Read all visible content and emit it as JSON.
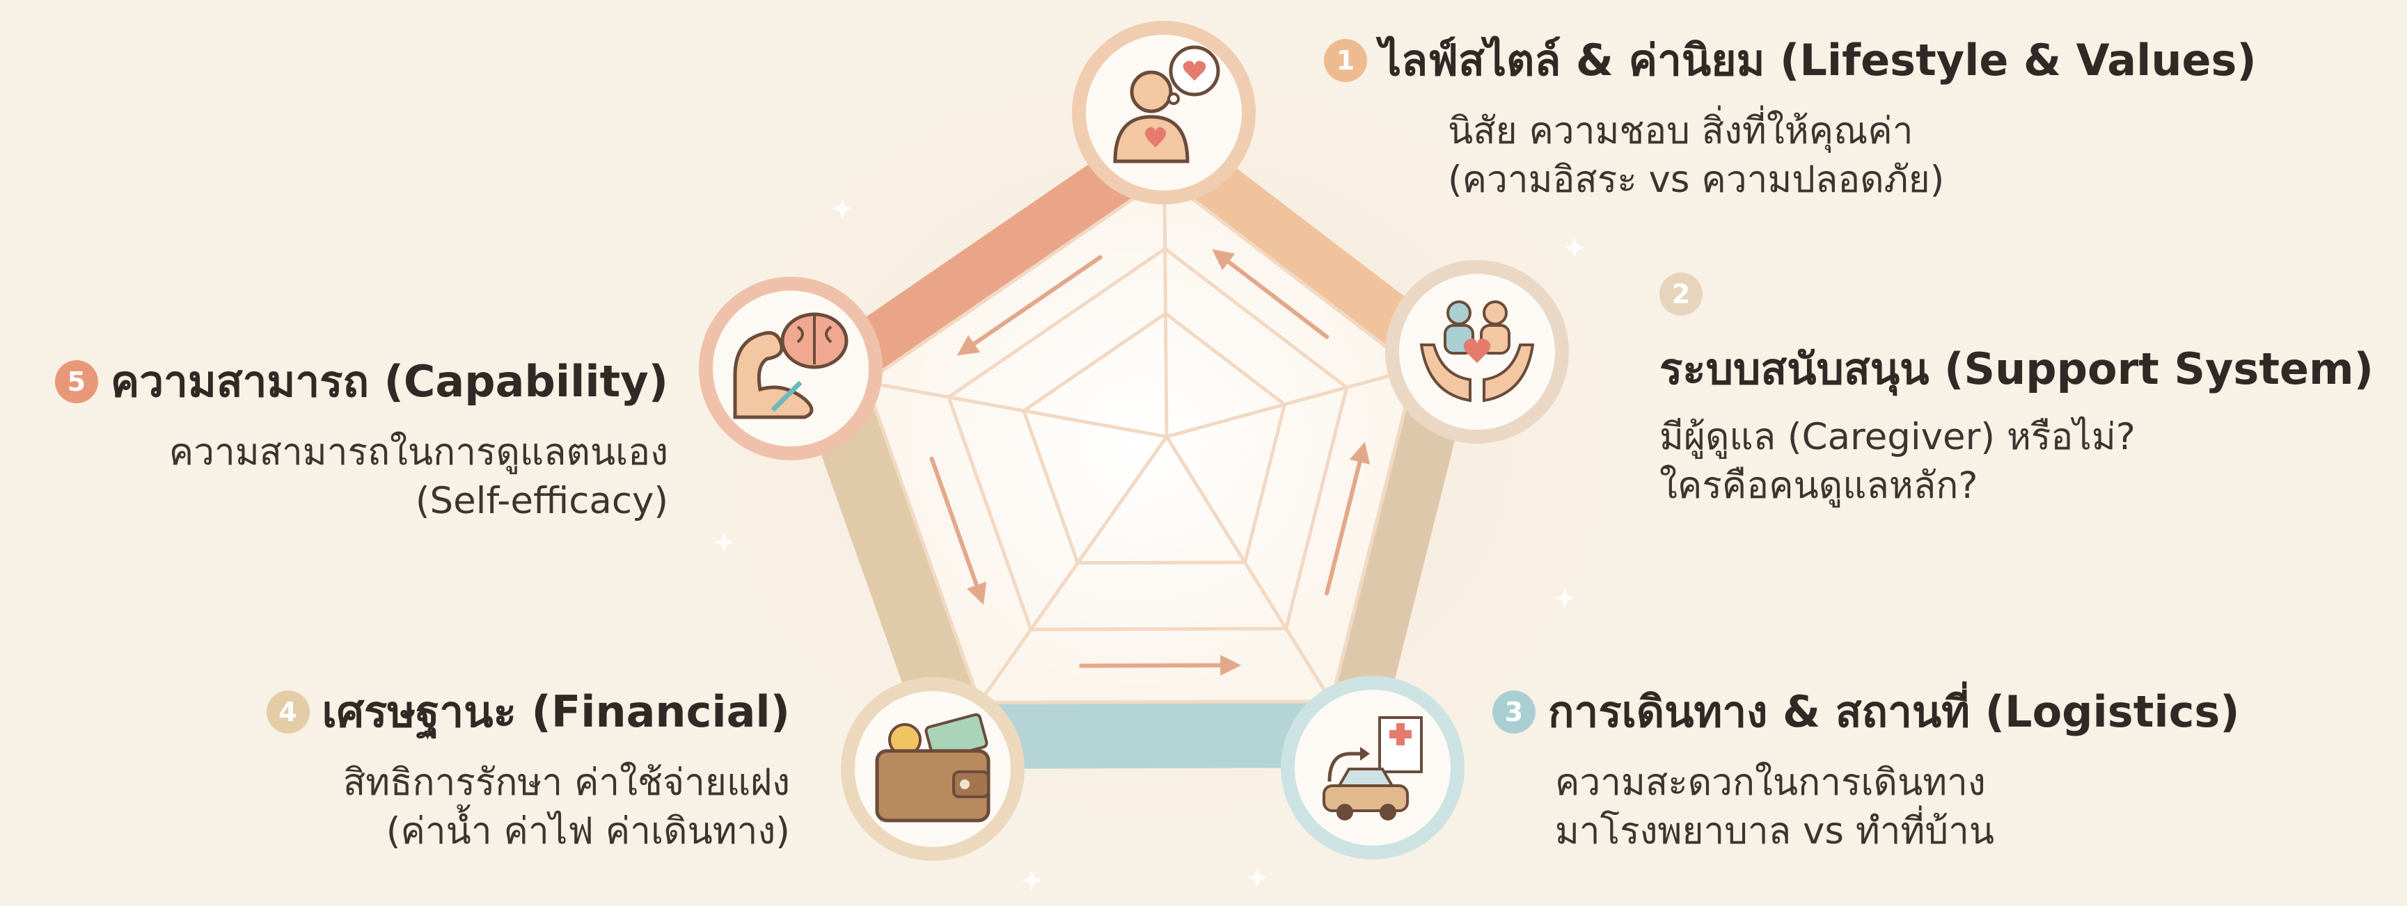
{
  "colors": {
    "background": "#f8f1e6",
    "segment_lifestyle": "#eebb90",
    "segment_support": "#d9c1a2",
    "segment_logistics": "#a9cfd2",
    "segment_financial": "#dcc39f",
    "segment_capability": "#e89878",
    "circle_ring": "#ecd7be",
    "arrow": "#e3a88a"
  },
  "nodes": [
    {
      "number": "1",
      "icon": "person-heart-thought-icon",
      "title": "ไลฟ์สไตล์ & ค่านิยม (Lifestyle & Values)",
      "lines": [
        "นิสัย ความชอบ สิ่งที่ให้คุณค่า",
        "(ความอิสระ vs ความปลอดภัย)"
      ]
    },
    {
      "number": "2",
      "icon": "caring-hands-icon",
      "title": "ระบบสนับสนุน (Support System)",
      "lines": [
        "มีผู้ดูแล (Caregiver) หรือไม่?",
        "ใครคือคนดูแลหลัก?"
      ]
    },
    {
      "number": "3",
      "icon": "car-hospital-icon",
      "title": "การเดินทาง & สถานที่ (Logistics)",
      "lines": [
        "ความสะดวกในการเดินทาง",
        "มาโรงพยาบาล vs ทำที่บ้าน"
      ]
    },
    {
      "number": "4",
      "icon": "wallet-icon",
      "title": "เศรษฐานะ (Financial)",
      "lines": [
        "สิทธิการรักษา ค่าใช้จ่ายแฝง",
        "(ค่าน้ำ ค่าไฟ ค่าเดินทาง)"
      ]
    },
    {
      "number": "5",
      "icon": "muscle-brain-icon",
      "title": "ความสามารถ (Capability)",
      "lines": [
        "ความสามารถในการดูแลตนเอง",
        "(Self-efficacy)"
      ]
    }
  ]
}
